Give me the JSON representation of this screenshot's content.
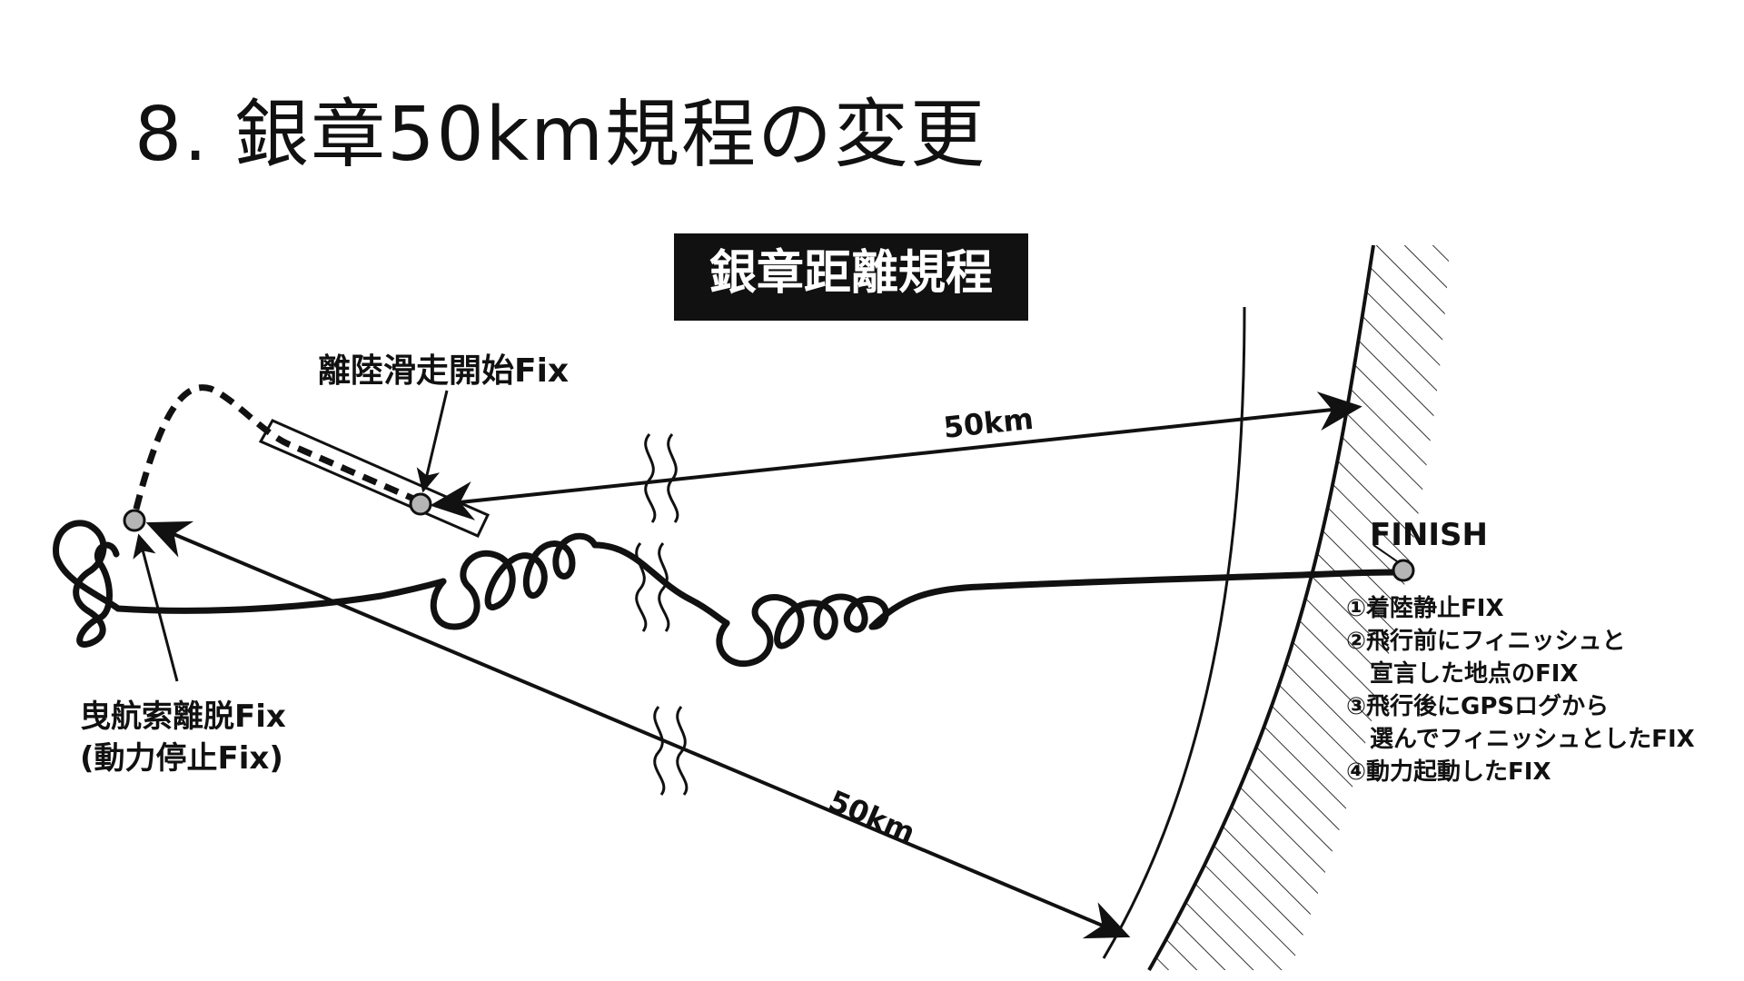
{
  "slide": {
    "title": "8. 銀章50km規程の変更"
  },
  "diagram": {
    "heading": "銀章距離規程",
    "labels": {
      "takeoff_fix": "離陸滑走開始Fix",
      "release_fix_line1": "曳航索離脱Fix",
      "release_fix_line2": "(動力停止Fix)",
      "finish": "FINISH",
      "distance_upper": "50km",
      "distance_lower": "50km"
    },
    "finish_options": [
      "①着陸静止FIX",
      "②飛行前にフィニッシュと",
      "　宣言した地点のFIX",
      "③飛行後にGPSログから",
      "　選んでフィニッシュとしたFIX",
      "④動力起動したFIX"
    ]
  }
}
